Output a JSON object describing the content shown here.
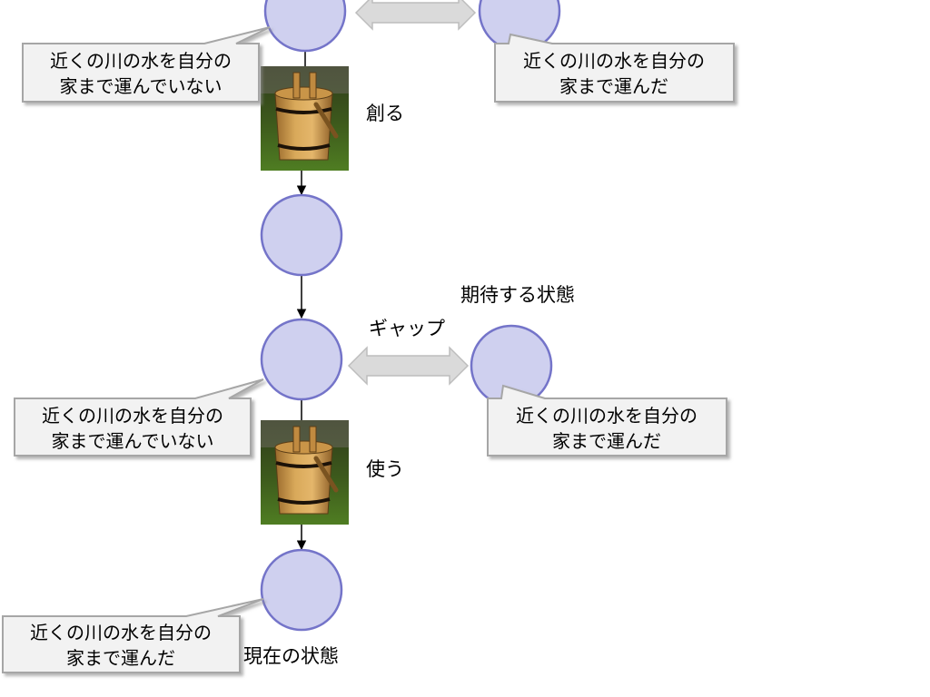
{
  "step_labels": {
    "create": "創る",
    "use": "使う"
  },
  "gap_label": "ギャップ",
  "expected_state_label": "期待する状態",
  "current_state_label": "現在の状態",
  "callouts": {
    "top_left": {
      "line1": "近くの川の水を自分の",
      "line2": "家まで運んでいない"
    },
    "top_right": {
      "line1": "近くの川の水を自分の",
      "line2": "家まで運んだ"
    },
    "mid_left": {
      "line1": "近くの川の水を自分の",
      "line2": "家まで運んでいない"
    },
    "mid_right": {
      "line1": "近くの川の水を自分の",
      "line2": "家まで運んだ"
    },
    "bottom_left": {
      "line1": "近くの川の水を自分の",
      "line2": "家まで運んだ"
    }
  },
  "images": {
    "top": "wooden-bucket",
    "bottom": "wooden-bucket"
  },
  "colors": {
    "circle_fill": "#cfd0ef",
    "circle_stroke": "#7474c9",
    "callout_fill": "#f2f2f2",
    "callout_stroke": "#a6a6a6",
    "arrow_fill": "#dadada",
    "arrow_stroke": "#bdbdbd",
    "connector": "#000000"
  }
}
